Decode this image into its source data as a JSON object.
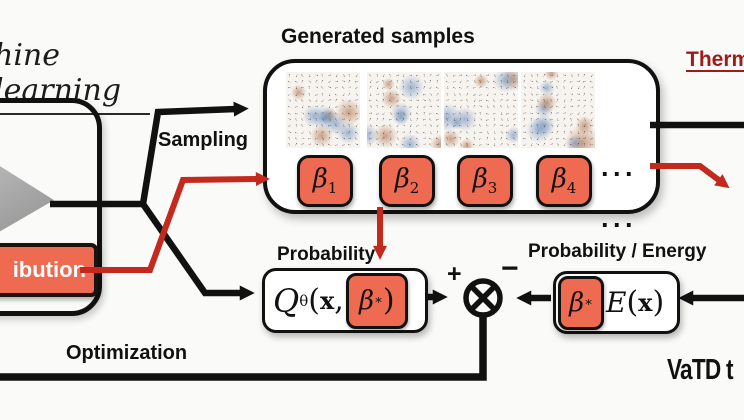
{
  "colors": {
    "chip_fill": "#ee6a50",
    "arrow_red": "#c3291c",
    "thermo_red": "#9e1b1b",
    "line_black": "#111111"
  },
  "captions": {
    "machine_learning": "hine learning",
    "thermodynamics": "Therm"
  },
  "labels": {
    "sampling": "Sampling",
    "probability": "Probability",
    "probability_energy": "Probability / Energy",
    "optimization": "Optimization",
    "vatd": "VaTD t"
  },
  "samples_panel": {
    "title": "Generated samples",
    "ellipsis": "···",
    "betas": [
      {
        "base": "β",
        "sub": "1"
      },
      {
        "base": "β",
        "sub": "2"
      },
      {
        "base": "β",
        "sub": "3"
      },
      {
        "base": "β",
        "sub": "4"
      }
    ]
  },
  "distribution_box": {
    "label": "ibution"
  },
  "q_formula": {
    "q": "Q",
    "theta": "θ",
    "open": "(",
    "x": "x",
    "comma": ",",
    "beta": "β",
    "star": "∗",
    "close": ")"
  },
  "energy_formula": {
    "beta": "β",
    "star": "∗",
    "e": "E",
    "open": "(",
    "x": "x",
    "close": ")"
  },
  "combiner": {
    "plus": "+",
    "minus": "−"
  }
}
